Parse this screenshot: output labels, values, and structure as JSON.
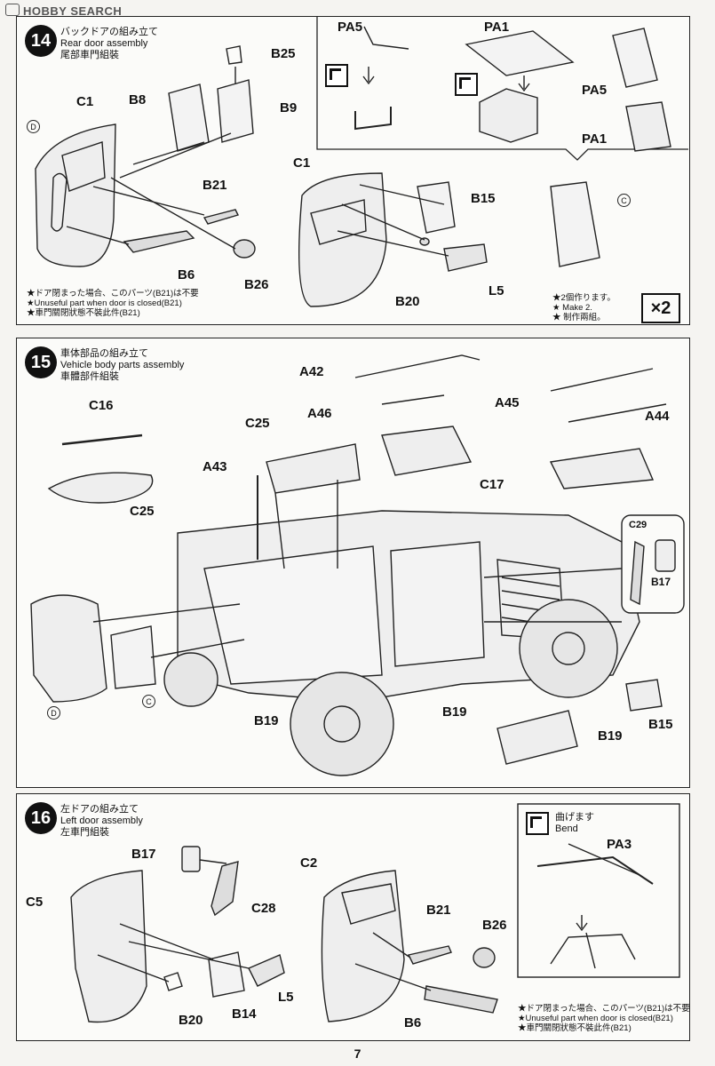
{
  "watermark": "HOBBY SEARCH",
  "page_number": "7",
  "step14": {
    "number": "14",
    "title_jp": "バックドアの組み立て",
    "title_en": "Rear door assembly",
    "title_cn": "尾部車門組裝",
    "notes": [
      "★ドア閉まった場合、このパーツ(B21)は不要",
      "★Unuseful part when door is closed(B21)",
      "★車門關閉狀態不裝此件(B21)"
    ],
    "make2_notes": [
      "★2個作ります。",
      "★ Make 2.",
      "★ 制作兩組。"
    ],
    "multiplier": "×2",
    "circle_d": "D",
    "circle_c": "C",
    "labels": {
      "c1_left": "C1",
      "b8": "B8",
      "b25": "B25",
      "b9": "B9",
      "b21": "B21",
      "b6": "B6",
      "b26": "B26",
      "c1_right": "C1",
      "b15": "B15",
      "l5": "L5",
      "b20": "B20",
      "pa5_top": "PA5",
      "pa1_top": "PA1",
      "pa5_right": "PA5",
      "pa1_right": "PA1"
    }
  },
  "step15": {
    "number": "15",
    "title_jp": "車体部品の組み立て",
    "title_en": "Vehicle body parts assembly",
    "title_cn": "車體部件組裝",
    "circle_d": "D",
    "circle_c": "C",
    "labels": {
      "c16": "C16",
      "c25_left": "C25",
      "c25_top": "C25",
      "a43": "A43",
      "a42": "A42",
      "a46": "A46",
      "c17": "C17",
      "a45": "A45",
      "a44": "A44",
      "c29": "C29",
      "b17": "B17",
      "b19_left": "B19",
      "b19_mid": "B19",
      "b19_right": "B19",
      "b15": "B15"
    }
  },
  "step16": {
    "number": "16",
    "title_jp": "左ドアの組み立て",
    "title_en": "Left door assembly",
    "title_cn": "左車門組裝",
    "bend_jp": "曲げます",
    "bend_en": "Bend",
    "notes": [
      "★ドア閉まった場合、このパーツ(B21)は不要",
      "★Unuseful part when door is closed(B21)",
      "★車門關閉狀態不裝此件(B21)"
    ],
    "labels": {
      "b17": "B17",
      "c5": "C5",
      "c28": "C28",
      "l5": "L5",
      "b20": "B20",
      "b14": "B14",
      "c2": "C2",
      "b21": "B21",
      "b26": "B26",
      "b6": "B6",
      "pa3": "PA3"
    }
  }
}
